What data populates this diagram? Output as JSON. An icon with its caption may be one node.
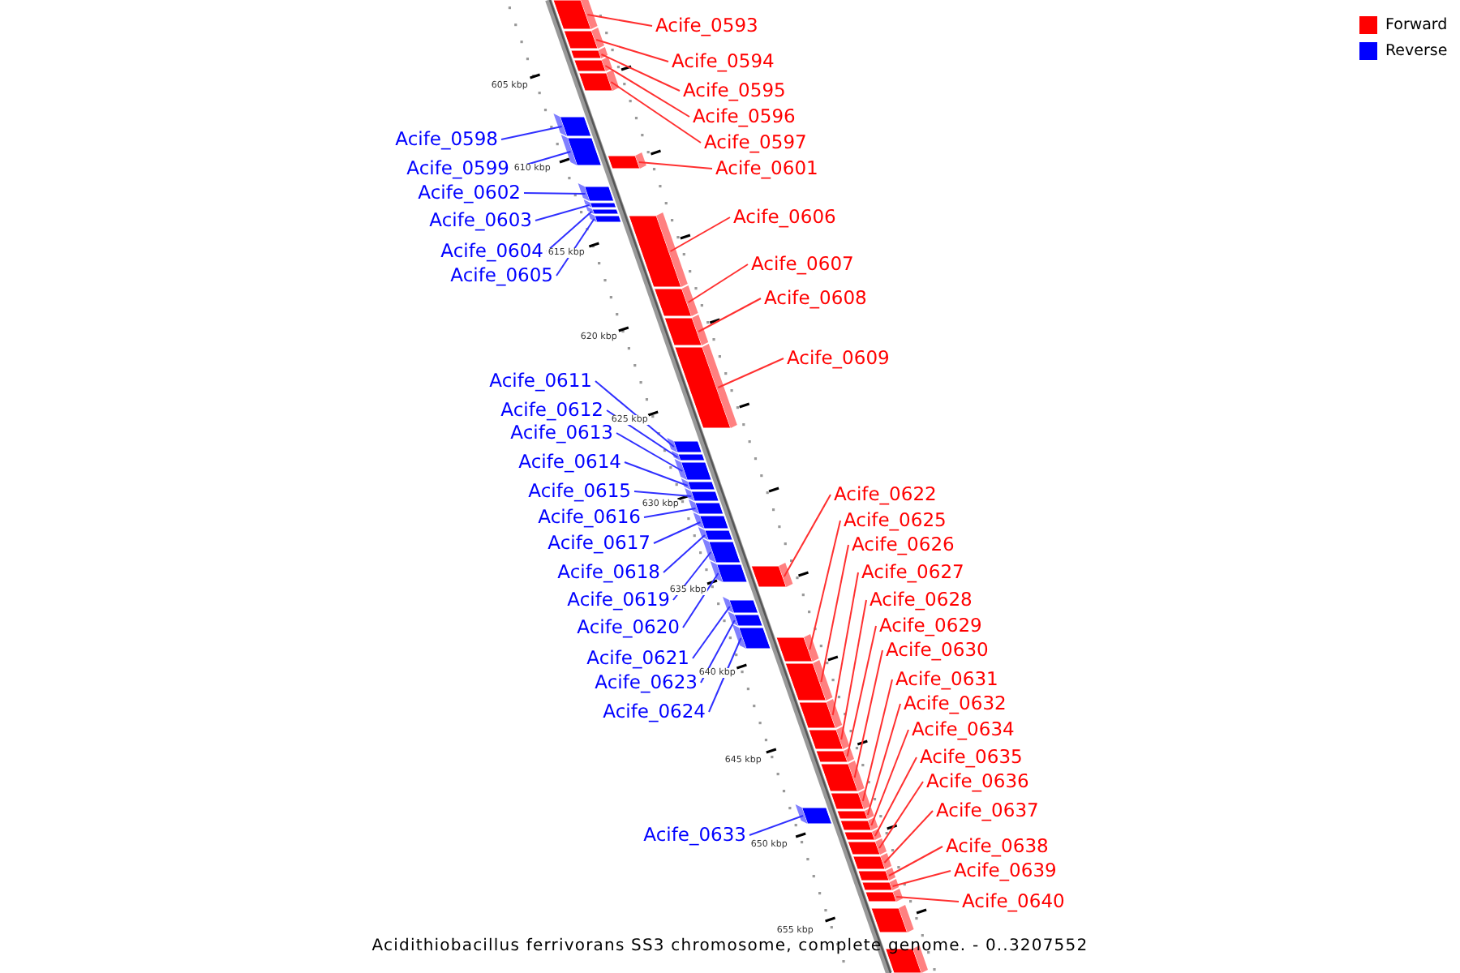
{
  "diagram": {
    "caption": "Acidithiobacillus ferrivorans SS3 chromosome, complete genome. - 0..3207552",
    "nodes": [
      {
        "text": [
          "Acife_0593"
        ]
      },
      {
        "text": [
          "Acife_0594"
        ]
      },
      {
        "text": [
          "Acife_0595"
        ]
      },
      {
        "text": [
          "Acife_0596"
        ]
      },
      {
        "text": [
          "Acife_0597"
        ]
      },
      {
        "text": [
          "Acife_0598"
        ]
      },
      {
        "text": [
          "Acife_0599"
        ]
      },
      {
        "text": [
          "Acife_0601"
        ]
      },
      {
        "text": [
          "Acife_0602"
        ]
      },
      {
        "text": [
          "Acife_0603"
        ]
      },
      {
        "text": [
          "Acife_0604"
        ]
      },
      {
        "text": [
          "Acife_0605"
        ]
      },
      {
        "text": [
          "Acife_0606"
        ]
      },
      {
        "text": [
          "Acife_0607"
        ]
      },
      {
        "text": [
          "Acife_0608"
        ]
      },
      {
        "text": [
          "Acife_0609"
        ]
      },
      {
        "text": [
          "Acife_0611"
        ]
      },
      {
        "text": [
          "Acife_0612"
        ]
      },
      {
        "text": [
          "Acife_0613"
        ]
      },
      {
        "text": [
          "Acife_0614"
        ]
      },
      {
        "text": [
          "Acife_0615"
        ]
      },
      {
        "text": [
          "Acife_0616"
        ]
      },
      {
        "text": [
          "Acife_0617"
        ]
      },
      {
        "text": [
          "Acife_0618"
        ]
      },
      {
        "text": [
          "Acife_0619"
        ]
      },
      {
        "text": [
          "Acife_0620"
        ]
      },
      {
        "text": [
          "Acife_0621"
        ]
      },
      {
        "text": [
          "Acife_0622"
        ]
      },
      {
        "text": [
          "Acife_0623"
        ]
      },
      {
        "text": [
          "Acife_0624"
        ]
      },
      {
        "text": [
          "Acife_0625"
        ]
      },
      {
        "text": [
          "Acife_0626"
        ]
      },
      {
        "text": [
          "Acife_0627"
        ]
      },
      {
        "text": [
          "Acife_0628"
        ]
      },
      {
        "text": [
          "Acife_0629"
        ]
      },
      {
        "text": [
          "Acife_0630"
        ]
      },
      {
        "text": [
          "Acife_0631"
        ]
      },
      {
        "text": [
          "Acife_0632"
        ]
      },
      {
        "text": [
          "Acife_0633"
        ]
      },
      {
        "text": [
          "Acife_0634"
        ]
      },
      {
        "text": [
          "Acife_0635"
        ]
      },
      {
        "text": [
          "Acife_0636"
        ]
      },
      {
        "text": [
          "Acife_0637"
        ]
      },
      {
        "text": [
          "Acife_0638"
        ]
      },
      {
        "text": [
          "Acife_0639"
        ]
      },
      {
        "text": [
          "Acife_0640"
        ]
      },
      {
        "text": [],
        "shape": "bar"
      },
      {
        "text": [],
        "shape": "bar"
      },
      {
        "text": [],
        "shape": "bar"
      },
      {
        "text": [],
        "shape": "bar"
      },
      {
        "text": [],
        "shape": "bar"
      },
      {
        "text": [],
        "shape": "bar"
      },
      {
        "text": [],
        "shape": "bar"
      },
      {
        "text": [],
        "shape": "bar"
      },
      {
        "text": [],
        "shape": "bar"
      },
      {
        "text": [],
        "shape": "bar"
      },
      {
        "text": [],
        "shape": "bar"
      },
      {
        "text": [],
        "shape": "bar"
      },
      {
        "text": [],
        "shape": "bar"
      },
      {
        "text": [],
        "shape": "bar"
      },
      {
        "text": [],
        "shape": "bar"
      },
      {
        "text": [],
        "shape": "bar"
      },
      {
        "text": [],
        "shape": "bar"
      },
      {
        "text": [],
        "shape": "bar"
      },
      {
        "text": [],
        "shape": "bar"
      },
      {
        "text": [],
        "shape": "bar"
      },
      {
        "text": [],
        "shape": "bar"
      },
      {
        "text": [],
        "shape": "bar"
      },
      {
        "text": [],
        "shape": "bar"
      },
      {
        "text": [],
        "shape": "bar"
      },
      {
        "text": [],
        "shape": "bar"
      },
      {
        "text": [],
        "shape": "bar"
      },
      {
        "text": [],
        "shape": "bar"
      },
      {
        "text": [],
        "shape": "bar"
      },
      {
        "text": [],
        "shape": "bar"
      },
      {
        "text": [],
        "shape": "bar"
      },
      {
        "text": [],
        "shape": "bar"
      },
      {
        "text": [],
        "shape": "bar"
      },
      {
        "text": [],
        "shape": "bar"
      },
      {
        "text": [],
        "shape": "bar"
      },
      {
        "text": [],
        "shape": "bar"
      },
      {
        "text": [],
        "shape": "bar"
      },
      {
        "text": [],
        "shape": "bar"
      },
      {
        "text": [],
        "shape": "bar"
      },
      {
        "text": [],
        "shape": "bar"
      },
      {
        "text": [],
        "shape": "bar"
      },
      {
        "text": [],
        "shape": "bar"
      },
      {
        "text": [],
        "shape": "bar"
      },
      {
        "text": [],
        "shape": "bar"
      },
      {
        "text": [],
        "shape": "bar"
      },
      {
        "text": [],
        "shape": "bar"
      },
      {
        "text": [],
        "shape": "bar"
      },
      {
        "text": [],
        "shape": "bar"
      },
      {
        "text": [],
        "shape": "bar"
      }
    ],
    "edges": [
      {
        "from": 0,
        "to": 46,
        "arrow": "none",
        "color": "#ff3030"
      },
      {
        "from": 1,
        "to": 47,
        "arrow": "none",
        "color": "#ff3030"
      },
      {
        "from": 2,
        "to": 48,
        "arrow": "none",
        "color": "#ff3030"
      },
      {
        "from": 3,
        "to": 49,
        "arrow": "none",
        "color": "#ff3030"
      },
      {
        "from": 4,
        "to": 50,
        "arrow": "none",
        "color": "#ff3030"
      },
      {
        "from": 5,
        "to": 51,
        "arrow": "none",
        "color": "#3030ff"
      },
      {
        "from": 6,
        "to": 52,
        "arrow": "none",
        "color": "#3030ff"
      },
      {
        "from": 7,
        "to": 53,
        "arrow": "none",
        "color": "#ff3030"
      },
      {
        "from": 8,
        "to": 54,
        "arrow": "none",
        "color": "#3030ff"
      },
      {
        "from": 9,
        "to": 55,
        "arrow": "none",
        "color": "#3030ff"
      },
      {
        "from": 10,
        "to": 56,
        "arrow": "none",
        "color": "#3030ff"
      },
      {
        "from": 11,
        "to": 57,
        "arrow": "none",
        "color": "#3030ff"
      },
      {
        "from": 12,
        "to": 58,
        "arrow": "none",
        "color": "#ff3030"
      },
      {
        "from": 13,
        "to": 59,
        "arrow": "none",
        "color": "#ff3030"
      },
      {
        "from": 14,
        "to": 60,
        "arrow": "none",
        "color": "#ff3030"
      },
      {
        "from": 15,
        "to": 61,
        "arrow": "none",
        "color": "#ff3030"
      },
      {
        "from": 16,
        "to": 62,
        "arrow": "none",
        "color": "#3030ff"
      },
      {
        "from": 17,
        "to": 63,
        "arrow": "none",
        "color": "#3030ff"
      },
      {
        "from": 18,
        "to": 64,
        "arrow": "none",
        "color": "#3030ff"
      },
      {
        "from": 19,
        "to": 65,
        "arrow": "none",
        "color": "#3030ff"
      },
      {
        "from": 20,
        "to": 66,
        "arrow": "none",
        "color": "#3030ff"
      },
      {
        "from": 21,
        "to": 67,
        "arrow": "none",
        "color": "#3030ff"
      },
      {
        "from": 22,
        "to": 68,
        "arrow": "none",
        "color": "#3030ff"
      },
      {
        "from": 23,
        "to": 69,
        "arrow": "none",
        "color": "#3030ff"
      },
      {
        "from": 24,
        "to": 70,
        "arrow": "none",
        "color": "#3030ff"
      },
      {
        "from": 25,
        "to": 72,
        "arrow": "none",
        "color": "#3030ff"
      },
      {
        "from": 26,
        "to": 73,
        "arrow": "none",
        "color": "#3030ff"
      },
      {
        "from": 27,
        "to": 71,
        "arrow": "none",
        "color": "#ff3030"
      },
      {
        "from": 28,
        "to": 74,
        "arrow": "none",
        "color": "#3030ff"
      },
      {
        "from": 29,
        "to": 75,
        "arrow": "none",
        "color": "#3030ff"
      },
      {
        "from": 30,
        "to": 76,
        "arrow": "none",
        "color": "#ff3030"
      },
      {
        "from": 31,
        "to": 77,
        "arrow": "none",
        "color": "#ff3030"
      },
      {
        "from": 32,
        "to": 78,
        "arrow": "none",
        "color": "#ff3030"
      },
      {
        "from": 33,
        "to": 79,
        "arrow": "none",
        "color": "#ff3030"
      },
      {
        "from": 34,
        "to": 80,
        "arrow": "none",
        "color": "#ff3030"
      },
      {
        "from": 35,
        "to": 81,
        "arrow": "none",
        "color": "#ff3030"
      },
      {
        "from": 36,
        "to": 82,
        "arrow": "none",
        "color": "#ff3030"
      },
      {
        "from": 37,
        "to": 83,
        "arrow": "none",
        "color": "#ff3030"
      },
      {
        "from": 38,
        "to": 84,
        "arrow": "none",
        "color": "#3030ff"
      },
      {
        "from": 39,
        "to": 85,
        "arrow": "none",
        "color": "#ff3030"
      },
      {
        "from": 40,
        "to": 86,
        "arrow": "none",
        "color": "#ff3030"
      },
      {
        "from": 41,
        "to": 87,
        "arrow": "none",
        "color": "#ff3030"
      },
      {
        "from": 42,
        "to": 88,
        "arrow": "none",
        "color": "#ff3030"
      },
      {
        "from": 43,
        "to": 89,
        "arrow": "none",
        "color": "#ff3030"
      },
      {
        "from": 44,
        "to": 90,
        "arrow": "none",
        "color": "#ff3030"
      },
      {
        "from": 45,
        "to": 91,
        "arrow": "none",
        "color": "#ff3030"
      }
    ],
    "labels": [
      "605 kbp",
      "610 kbp",
      "615 kbp",
      "620 kbp",
      "625 kbp",
      "630 kbp",
      "635 kbp",
      "640 kbp",
      "645 kbp",
      "650 kbp",
      "655 kbp"
    ],
    "legend": [
      {
        "text": "Forward",
        "color": "#ff0000"
      },
      {
        "text": "Reverse",
        "color": "#0000ff"
      }
    ]
  }
}
